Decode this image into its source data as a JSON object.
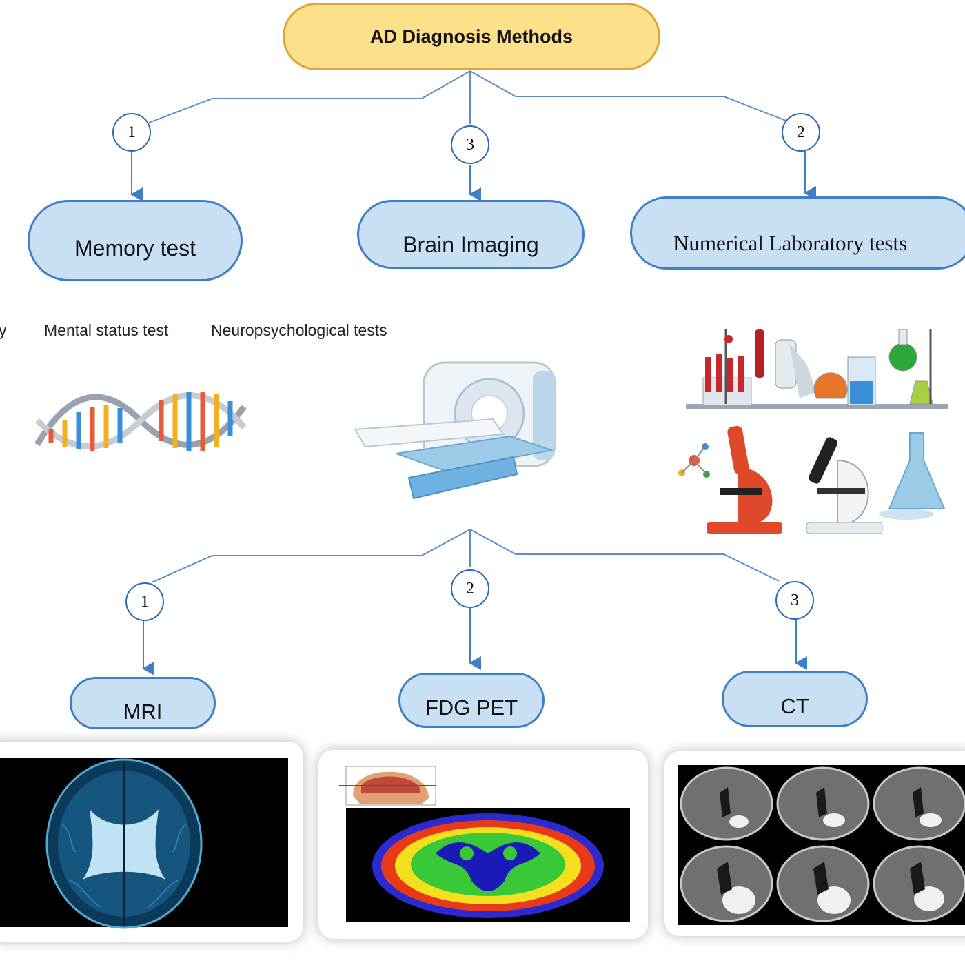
{
  "root": {
    "label": "AD Diagnosis Methods"
  },
  "branches": [
    {
      "number": "1",
      "label": "Memory test"
    },
    {
      "number": "3",
      "label": "Brain Imaging"
    },
    {
      "number": "2",
      "label": "Numerical Laboratory tests"
    }
  ],
  "memory_subtests": [
    "y",
    "Mental status test",
    "Neuropsychological tests"
  ],
  "imaging_methods": [
    {
      "number": "1",
      "label": "MRI"
    },
    {
      "number": "2",
      "label": "FDG PET"
    },
    {
      "number": "3",
      "label": "CT"
    }
  ],
  "colors": {
    "root_fill": "#fde08a",
    "root_border": "#e0a43a",
    "pill_fill": "#c9e0f4",
    "pill_border": "#3f7fc4",
    "connector": "#5b8fc4"
  },
  "icons": [
    "dna-helix-icon",
    "ct-scanner-icon",
    "lab-equipment-icon",
    "microscope-icon",
    "brain-mri-scan",
    "brain-pet-scan",
    "brain-ct-scans"
  ]
}
